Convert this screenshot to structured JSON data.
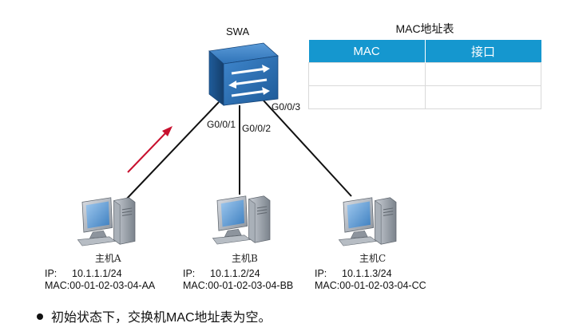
{
  "switch": {
    "name": "SWA",
    "ports": {
      "p1": "G0/0/1",
      "p2": "G0/0/2",
      "p3": "G0/0/3"
    }
  },
  "mac_table": {
    "title": "MAC地址表",
    "columns": [
      "MAC",
      "接口"
    ],
    "rows": [
      [
        "",
        ""
      ],
      [
        "",
        ""
      ]
    ]
  },
  "hosts": [
    {
      "name": "主机A",
      "ip_label": "IP:",
      "ip": "10.1.1.1/24",
      "mac": "MAC:00-01-02-03-04-AA"
    },
    {
      "name": "主机B",
      "ip_label": "IP:",
      "ip": "10.1.1.2/24",
      "mac": "MAC:00-01-02-03-04-BB"
    },
    {
      "name": "主机C",
      "ip_label": "IP:",
      "ip": "10.1.1.3/24",
      "mac": "MAC:00-01-02-03-04-CC"
    }
  ],
  "note": "初始状态下，交换机MAC地址表为空。",
  "colors": {
    "switch_body": "#2a6fb0",
    "table_header": "#1597cf",
    "arrow": "#c8102e",
    "link": "#111111"
  }
}
